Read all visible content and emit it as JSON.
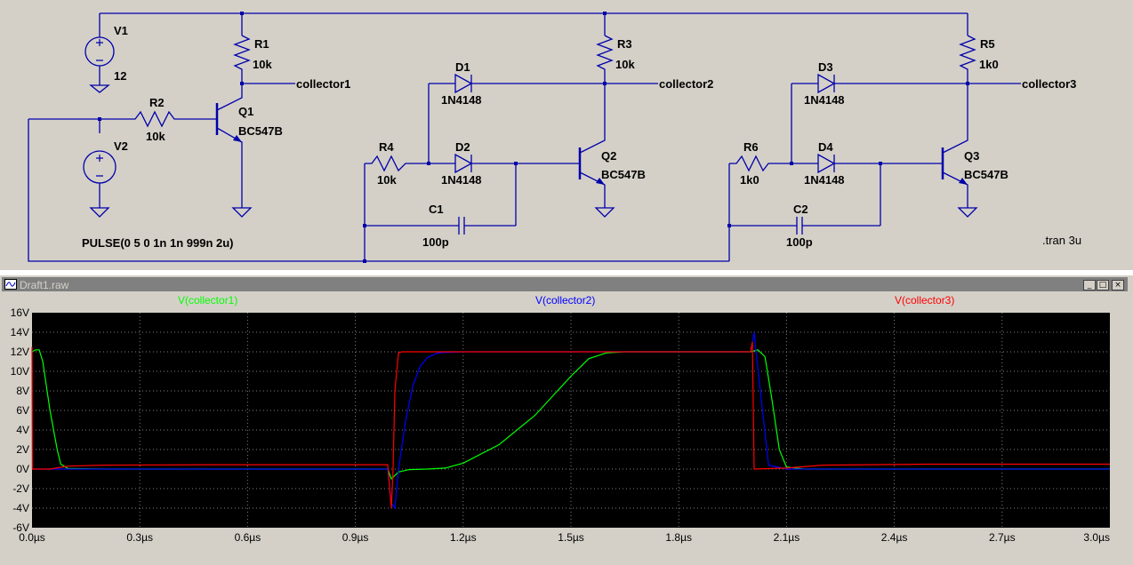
{
  "schematic": {
    "components": {
      "v1": {
        "name": "V1",
        "value": "12"
      },
      "v2": {
        "name": "V2",
        "value": "PULSE(0 5 0 1n 1n 999n 2u)"
      },
      "r1": {
        "name": "R1",
        "value": "10k"
      },
      "r2": {
        "name": "R2",
        "value": "10k"
      },
      "r3": {
        "name": "R3",
        "value": "10k"
      },
      "r4": {
        "name": "R4",
        "value": "10k"
      },
      "r5": {
        "name": "R5",
        "value": "1k0"
      },
      "r6": {
        "name": "R6",
        "value": "1k0"
      },
      "q1": {
        "name": "Q1",
        "value": "BC547B"
      },
      "q2": {
        "name": "Q2",
        "value": "BC547B"
      },
      "q3": {
        "name": "Q3",
        "value": "BC547B"
      },
      "d1": {
        "name": "D1",
        "value": "1N4148"
      },
      "d2": {
        "name": "D2",
        "value": "1N4148"
      },
      "d3": {
        "name": "D3",
        "value": "1N4148"
      },
      "d4": {
        "name": "D4",
        "value": "1N4148"
      },
      "c1": {
        "name": "C1",
        "value": "100p"
      },
      "c2": {
        "name": "C2",
        "value": "100p"
      }
    },
    "net_labels": {
      "collector1": "collector1",
      "collector2": "collector2",
      "collector3": "collector3"
    },
    "directive": ".tran 3u"
  },
  "waveform_window": {
    "title": "Draft1.raw",
    "buttons": {
      "minimize": "_",
      "maximize": "□",
      "close": "×"
    },
    "colors": {
      "background": "#000000",
      "grid": "#808080",
      "collector1": "#00ff00",
      "collector2": "#0000ff",
      "collector3": "#ff0000"
    }
  },
  "chart_data": {
    "type": "line",
    "x_unit": "µs",
    "xlim": [
      0,
      3.0
    ],
    "ylim": [
      -6,
      16
    ],
    "x_ticks": [
      "0.0µs",
      "0.3µs",
      "0.6µs",
      "0.9µs",
      "1.2µs",
      "1.5µs",
      "1.8µs",
      "2.1µs",
      "2.4µs",
      "2.7µs",
      "3.0µs"
    ],
    "y_ticks": [
      "16V",
      "14V",
      "12V",
      "10V",
      "8V",
      "6V",
      "4V",
      "2V",
      "0V",
      "-2V",
      "-4V",
      "-6V"
    ],
    "grid": true,
    "legend_placement": "top",
    "series": [
      {
        "name": "V(collector1)",
        "color": "#00ff00",
        "points": [
          [
            0,
            12
          ],
          [
            0.01,
            12.2
          ],
          [
            0.02,
            12.2
          ],
          [
            0.03,
            11
          ],
          [
            0.05,
            6
          ],
          [
            0.07,
            2
          ],
          [
            0.08,
            0.5
          ],
          [
            0.1,
            0.05
          ],
          [
            0.2,
            0
          ],
          [
            0.8,
            0
          ],
          [
            0.99,
            0
          ],
          [
            1.0,
            -1
          ],
          [
            1.02,
            -0.3
          ],
          [
            1.05,
            -0.05
          ],
          [
            1.1,
            0
          ],
          [
            1.15,
            0.1
          ],
          [
            1.2,
            0.6
          ],
          [
            1.3,
            2.5
          ],
          [
            1.4,
            5.5
          ],
          [
            1.5,
            9.5
          ],
          [
            1.55,
            11.3
          ],
          [
            1.6,
            11.9
          ],
          [
            1.65,
            12
          ],
          [
            2.0,
            12
          ],
          [
            2.01,
            12.1
          ],
          [
            2.02,
            12.2
          ],
          [
            2.04,
            11.5
          ],
          [
            2.06,
            7
          ],
          [
            2.08,
            2
          ],
          [
            2.1,
            0.2
          ],
          [
            2.15,
            0
          ],
          [
            3.0,
            0
          ]
        ]
      },
      {
        "name": "V(collector2)",
        "color": "#0000ff",
        "points": [
          [
            0,
            0
          ],
          [
            0.5,
            0
          ],
          [
            0.99,
            0
          ],
          [
            1.0,
            -3.5
          ],
          [
            1.01,
            -4
          ],
          [
            1.02,
            0
          ],
          [
            1.04,
            5
          ],
          [
            1.06,
            8.5
          ],
          [
            1.08,
            10.5
          ],
          [
            1.1,
            11.4
          ],
          [
            1.13,
            11.9
          ],
          [
            1.2,
            12
          ],
          [
            2.0,
            12
          ],
          [
            2.01,
            14
          ],
          [
            2.015,
            12
          ],
          [
            2.05,
            0.4
          ],
          [
            2.1,
            0
          ],
          [
            3.0,
            0
          ]
        ]
      },
      {
        "name": "V(collector3)",
        "color": "#ff0000",
        "points": [
          [
            0,
            12.5
          ],
          [
            0.001,
            0
          ],
          [
            0.05,
            0
          ],
          [
            0.1,
            0.3
          ],
          [
            0.2,
            0.4
          ],
          [
            0.5,
            0.45
          ],
          [
            0.99,
            0.45
          ],
          [
            1.0,
            -4
          ],
          [
            1.005,
            0
          ],
          [
            1.01,
            8
          ],
          [
            1.02,
            11.9
          ],
          [
            1.03,
            12
          ],
          [
            2.0,
            12
          ],
          [
            2.005,
            13
          ],
          [
            2.01,
            0
          ],
          [
            2.1,
            0.1
          ],
          [
            2.2,
            0.4
          ],
          [
            2.5,
            0.5
          ],
          [
            3.0,
            0.5
          ]
        ]
      }
    ]
  }
}
